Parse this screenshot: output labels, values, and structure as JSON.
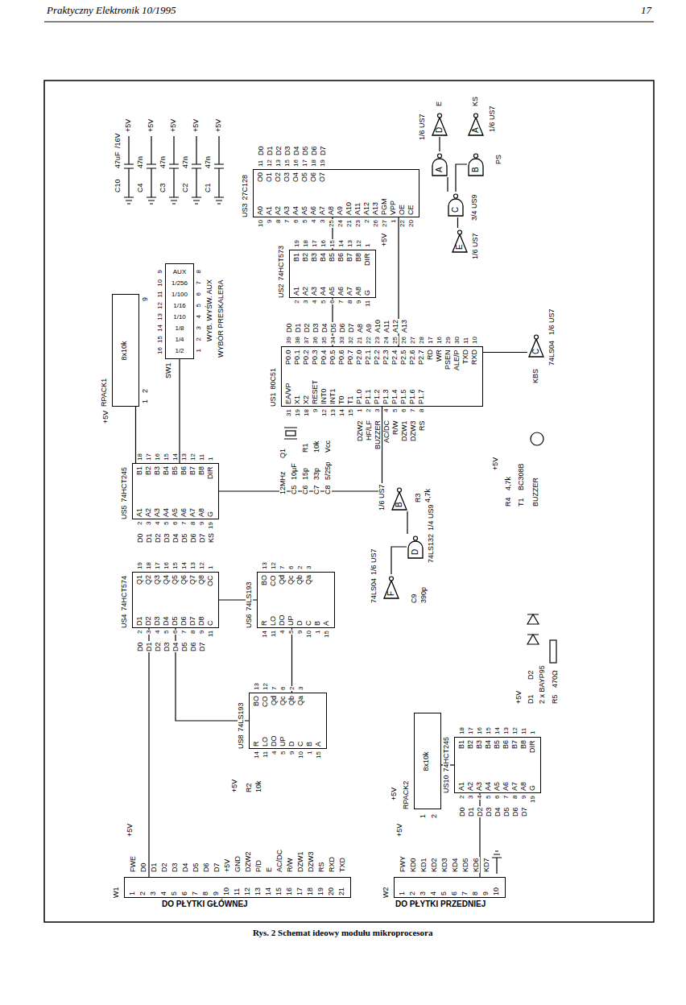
{
  "diagram": {
    "caption": "Rys. 2 Schemat ideowy modułu mikroprocesora",
    "nodes": [
      {
        "text": [
          "W1",
          "1",
          "2",
          "3",
          "4",
          "5",
          "6",
          "7",
          "8",
          "9",
          "10",
          "11",
          "12",
          "13",
          "14",
          "15",
          "16",
          "17",
          "18",
          "19",
          "20",
          "21"
        ]
      },
      {
        "text": [
          "W2",
          "1",
          "2",
          "3",
          "4",
          "5",
          "6",
          "7",
          "8",
          "9",
          "10"
        ]
      },
      {
        "text": [
          "RPACK1",
          "8x10k"
        ]
      },
      {
        "text": [
          "SW1",
          "1/2",
          "1/4",
          "1/8",
          "1/10",
          "1/16",
          "1/100",
          "1/256",
          "AUX"
        ]
      },
      {
        "text": [
          "US5",
          "74HCT245",
          "A1",
          "A2",
          "A3",
          "A4",
          "A5",
          "A6",
          "A7",
          "A8",
          "G",
          "B1",
          "B2",
          "B3",
          "B4",
          "B5",
          "B6",
          "B7",
          "B8",
          "DIR"
        ]
      },
      {
        "text": [
          "US4",
          "74HCT574",
          "D1",
          "D2",
          "D3",
          "D4",
          "D5",
          "D6",
          "D7",
          "D8",
          "C",
          "Q1",
          "Q2",
          "Q3",
          "Q4",
          "Q5",
          "Q6",
          "Q7",
          "Q8",
          "OC"
        ]
      },
      {
        "text": [
          "US8",
          "74LS193",
          "R",
          "LO",
          "DO",
          "UP",
          "D",
          "C",
          "B",
          "A",
          "BO",
          "CO",
          "Qd",
          "Qc",
          "Qb",
          "Qa"
        ]
      },
      {
        "text": [
          "US6",
          "74LS193",
          "R",
          "LO",
          "DO",
          "UP",
          "D",
          "C",
          "B",
          "A",
          "BO",
          "CO",
          "Qd",
          "Qc",
          "Qb",
          "Qa"
        ]
      },
      {
        "text": [
          "US1",
          "80C51",
          "EA/VP",
          "X1",
          "X2",
          "RESET",
          "INT0",
          "INT1",
          "T0",
          "T1",
          "P1.0",
          "P1.1",
          "P1.2",
          "P1.3",
          "P1.4",
          "P1.5",
          "P1.6",
          "P1.7",
          "P0.0",
          "P0.1",
          "P0.2",
          "P0.3",
          "P0.4",
          "P0.5",
          "P0.6",
          "P0.7",
          "P2.0",
          "P2.1",
          "P2.2",
          "P2.3",
          "P2.4",
          "P2.5",
          "P2.6",
          "P2.7",
          "RD",
          "WR",
          "PSEN",
          "ALE/P",
          "TXD",
          "RXD"
        ]
      },
      {
        "text": [
          "US2",
          "74HCT573",
          "A1",
          "A2",
          "A3",
          "A4",
          "A5",
          "A6",
          "A7",
          "A8",
          "G",
          "B1",
          "B2",
          "B3",
          "B4",
          "B5",
          "B6",
          "B7",
          "B8",
          "DIR"
        ]
      },
      {
        "text": [
          "US3",
          "27C128",
          "A0",
          "A1",
          "A2",
          "A3",
          "A4",
          "A5",
          "A6",
          "A7",
          "A8",
          "A9",
          "A10",
          "A11",
          "A12",
          "A13",
          "PGM",
          "VPP",
          "OE",
          "CE",
          "O0",
          "O1",
          "O2",
          "O3",
          "O4",
          "O5",
          "O6",
          "O7"
        ]
      },
      {
        "text": [
          "US10",
          "74HCT245",
          "A1",
          "A2",
          "A3",
          "A4",
          "A5",
          "A6",
          "A7",
          "A8",
          "G",
          "B1",
          "B2",
          "B3",
          "B4",
          "B5",
          "B6",
          "B7",
          "B8",
          "DIR"
        ]
      },
      {
        "text": [
          "RPACK2",
          "8x10k"
        ]
      },
      {
        "text": [
          "A"
        ]
      },
      {
        "text": [
          "B"
        ]
      },
      {
        "text": [
          "C"
        ]
      },
      {
        "text": [
          "D"
        ]
      },
      {
        "text": [
          "E"
        ]
      },
      {
        "text": [
          "A"
        ]
      },
      {
        "text": [
          "C"
        ]
      },
      {
        "text": [
          "F"
        ]
      },
      {
        "text": [
          "D"
        ]
      },
      {
        "text": [
          "B"
        ]
      }
    ],
    "edges": [
      {
        "from": 8,
        "to": 9,
        "arrow": "none"
      },
      {
        "from": 9,
        "to": 10,
        "arrow": "none"
      },
      {
        "from": 10,
        "to": 8,
        "arrow": "none"
      },
      {
        "from": 8,
        "to": 4,
        "arrow": "none"
      },
      {
        "from": 4,
        "to": 2,
        "arrow": "none"
      },
      {
        "from": 4,
        "to": 3,
        "arrow": "none"
      },
      {
        "from": 0,
        "to": 5,
        "arrow": "none"
      },
      {
        "from": 5,
        "to": 6,
        "arrow": "none"
      },
      {
        "from": 5,
        "to": 7,
        "arrow": "none"
      },
      {
        "from": 6,
        "to": 7,
        "arrow": "none"
      },
      {
        "from": 11,
        "to": 1,
        "arrow": "none"
      },
      {
        "from": 11,
        "to": 12,
        "arrow": "none"
      },
      {
        "from": 15,
        "to": 13,
        "arrow": "none"
      },
      {
        "from": 15,
        "to": 14,
        "arrow": "none"
      },
      {
        "from": 13,
        "to": 16,
        "arrow": "none"
      },
      {
        "from": 17,
        "to": 15,
        "arrow": "none"
      },
      {
        "from": 20,
        "to": 21,
        "arrow": "none"
      },
      {
        "from": 21,
        "to": 22,
        "arrow": "none"
      },
      {
        "from": 19,
        "to": 8,
        "arrow": "none"
      }
    ],
    "labels": [
      "Praktyczny Elektronik 10/1995",
      "17",
      "DO PŁYTKI GŁÓWNEJ",
      "DO PŁYTKI PRZEDNIEJ",
      "FWE",
      "D0",
      "D1",
      "D2",
      "D3",
      "D4",
      "D5",
      "D6",
      "D7",
      "+5V",
      "GND",
      "DZW2",
      "P/D",
      "E",
      "AC/DC",
      "R/W",
      "DZW1",
      "DZW3",
      "RS",
      "RXD",
      "TXD",
      "+5V",
      "FWY",
      "KD0",
      "KD1",
      "KD2",
      "KD3",
      "KD4",
      "KD5",
      "KD6",
      "KD7",
      "+5V",
      "+5V",
      "1",
      "2",
      "9",
      "16",
      "15",
      "14",
      "13",
      "12",
      "11",
      "10",
      "9",
      "1",
      "2",
      "3",
      "4",
      "5",
      "6",
      "7",
      "8",
      "WYB. WYŚW. AUX",
      "WYBÓR PRESKALERA",
      "2",
      "3",
      "4",
      "5",
      "6",
      "7",
      "8",
      "9",
      "19",
      "D0",
      "D1",
      "D2",
      "D3",
      "D4",
      "D5",
      "D6",
      "D7",
      "KS",
      "18",
      "17",
      "16",
      "15",
      "14",
      "13",
      "12",
      "11",
      "1",
      "2",
      "3",
      "4",
      "5",
      "6",
      "7",
      "8",
      "9",
      "11",
      "D0",
      "D1",
      "D2",
      "D3",
      "D4",
      "D5",
      "D6",
      "D7",
      "19",
      "18",
      "17",
      "16",
      "15",
      "14",
      "13",
      "12",
      "1",
      "14",
      "11",
      "4",
      "5",
      "9",
      "10",
      "1",
      "15",
      "13",
      "12",
      "7",
      "6",
      "2",
      "3",
      "R2",
      "10k",
      "+5V",
      "14",
      "11",
      "4",
      "5",
      "9",
      "10",
      "1",
      "15",
      "13",
      "12",
      "7",
      "6",
      "2",
      "3",
      "31",
      "19",
      "18",
      "9",
      "12",
      "13",
      "14",
      "15",
      "1",
      "2",
      "3",
      "4",
      "5",
      "6",
      "7",
      "8",
      "DZW2",
      "HF/LF",
      "BUZZER",
      "AC/DC",
      "R/W",
      "DZW1",
      "DZW3",
      "RS",
      "39",
      "38",
      "37",
      "36",
      "35",
      "34",
      "33",
      "32",
      "21",
      "22",
      "23",
      "24",
      "25",
      "26",
      "27",
      "28",
      "17",
      "16",
      "29",
      "30",
      "11",
      "10",
      "D0",
      "D1",
      "D2",
      "D3",
      "D4",
      "D5",
      "D6",
      "D7",
      "A8",
      "A9",
      "A10",
      "A11",
      "A12",
      "A13",
      "12MHz",
      "Q1",
      "C5",
      "10μF",
      "C6",
      "15p",
      "C7",
      "33p",
      "C8",
      "5/25p",
      "R1",
      "10k",
      "Vcc",
      "+5V",
      "R4",
      "4,7k",
      "T1",
      "BC308B",
      "BUZZER",
      "2",
      "3",
      "4",
      "5",
      "6",
      "7",
      "8",
      "9",
      "11",
      "19",
      "18",
      "17",
      "16",
      "15",
      "14",
      "13",
      "12",
      "1",
      "10",
      "9",
      "8",
      "7",
      "6",
      "5",
      "4",
      "3",
      "25",
      "24",
      "21",
      "23",
      "2",
      "26",
      "27",
      "1",
      "22",
      "20",
      "+5V",
      "11",
      "12",
      "13",
      "15",
      "16",
      "17",
      "18",
      "19",
      "D0",
      "D1",
      "D2",
      "D3",
      "D4",
      "D5",
      "D6",
      "D7",
      "2",
      "3",
      "4",
      "5",
      "6",
      "7",
      "8",
      "9",
      "19",
      "D0",
      "D1",
      "D2",
      "D3",
      "D4",
      "D5",
      "D6",
      "D7",
      "18",
      "17",
      "16",
      "15",
      "14",
      "13",
      "12",
      "11",
      "1",
      "+5V",
      "1",
      "2",
      "+5V",
      "D1",
      "D2",
      "2 x BAYP95",
      "R5",
      "470Ω",
      "+5V",
      "C10",
      "47uF",
      "/16V",
      "+5V",
      "C4",
      "47n",
      "+5V",
      "C3",
      "47n",
      "+5V",
      "C2",
      "47n",
      "+5V",
      "C1",
      "47n",
      "3/4 US9",
      "1/6 US7",
      "1/6 US7",
      "1/6 US7",
      "E",
      "PS",
      "KS",
      "74LS04",
      "1/6 US7",
      "KBS",
      "74LS04",
      "1/6 US7",
      "74LS132",
      "1/4 US9",
      "1/6 US7",
      "C9",
      "390p",
      "R3",
      "4,7k"
    ]
  }
}
